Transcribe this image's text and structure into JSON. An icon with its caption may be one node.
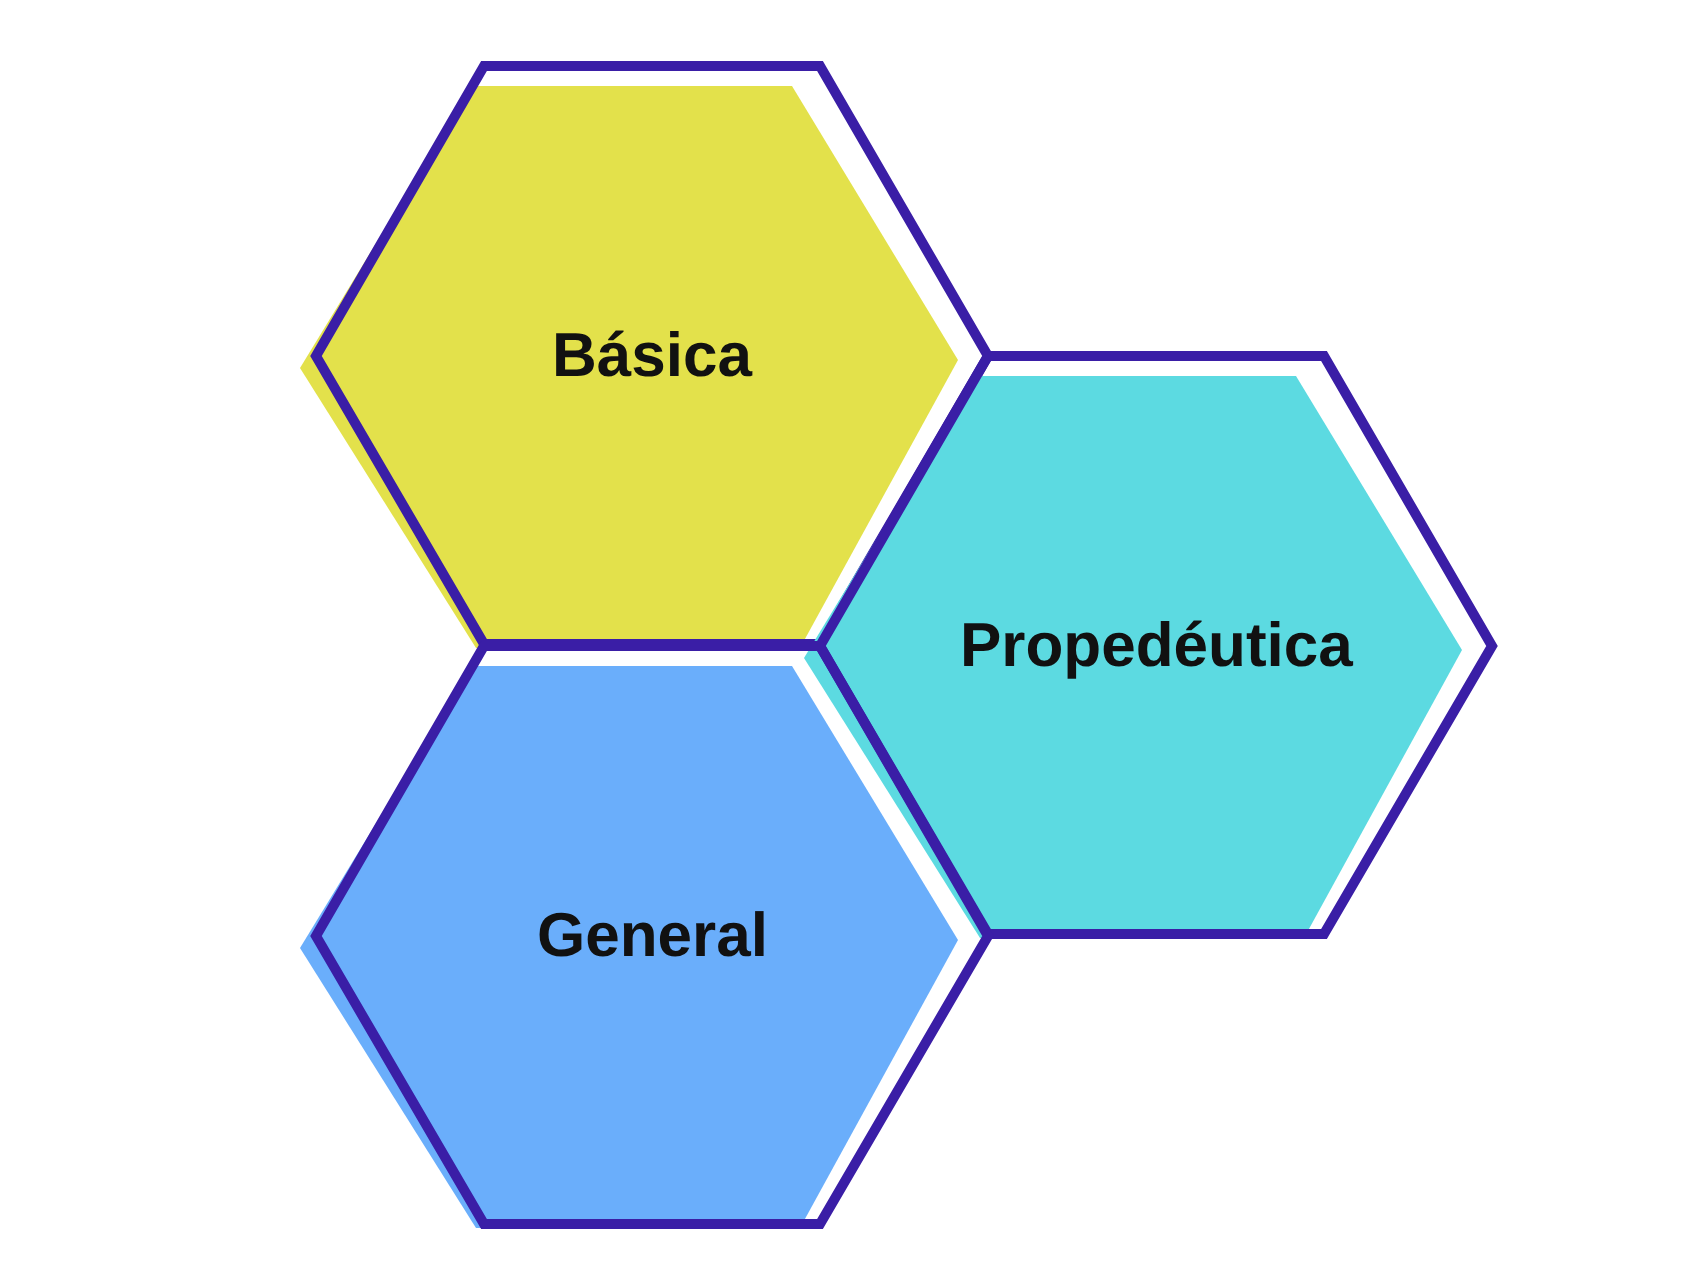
{
  "diagram": {
    "nodes": [
      {
        "text": [
          "Básica"
        ]
      },
      {
        "text": [
          "Propedéutica"
        ]
      },
      {
        "text": [
          "General"
        ]
      }
    ]
  }
}
